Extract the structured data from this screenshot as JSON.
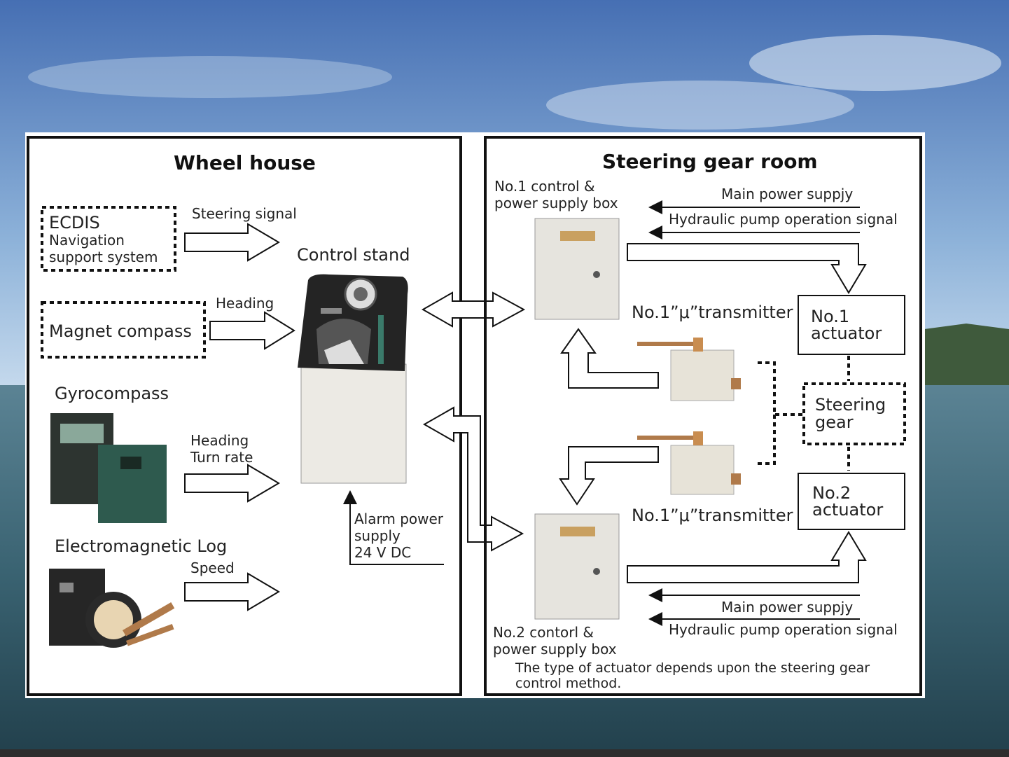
{
  "wheel_house": {
    "title": "Wheel house",
    "ecdis": [
      "ECDIS",
      "Navigation",
      "support system"
    ],
    "steering_signal": "Steering signal",
    "control_stand": "Control stand",
    "heading": "Heading",
    "magnet_compass": "Magnet compass",
    "gyrocompass": "Gyrocompass",
    "gyro_outputs": [
      "Heading",
      "Turn rate"
    ],
    "electromagnetic_log": "Electromagnetic Log",
    "speed": "Speed",
    "alarm_power": [
      "Alarm power",
      "supply",
      "24 V DC"
    ]
  },
  "steering_gear_room": {
    "title": "Steering gear room",
    "box1": [
      "No.1 control &",
      "power supply box"
    ],
    "box2": [
      "No.2 contorl &",
      "power supply box"
    ],
    "main_power": "Main power suppjy",
    "hydraulic_signal": "Hydraulic pump operation signal",
    "transmitter1": "No.1”μ”transmitter",
    "transmitter2": "No.1”μ”transmitter",
    "actuator1": [
      "No.1",
      "actuator"
    ],
    "actuator2": [
      "No.2",
      "actuator"
    ],
    "steering_gear": [
      "Steering",
      "gear"
    ],
    "note": [
      "The type of actuator depends upon the steering gear",
      "control method."
    ]
  },
  "colors": {
    "sky_top": "#4f7fbf",
    "sky_bottom": "#a9c6e4",
    "sea": "#3e6879",
    "panel": "#ffffff",
    "line": "#111111"
  },
  "icons": [
    "ecdis-box",
    "control-stand-image",
    "gyrocompass-image",
    "log-image",
    "control-box-image",
    "transmitter-image"
  ]
}
